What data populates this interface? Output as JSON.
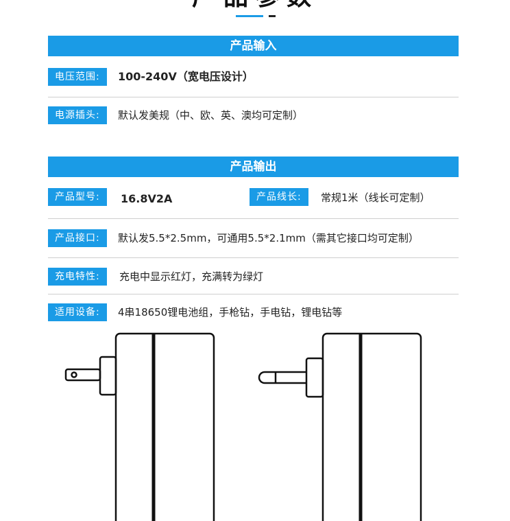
{
  "header": {
    "title": "产品参数"
  },
  "input_section": {
    "title": "产品输入",
    "voltage_label": "电压范围:",
    "voltage_value": "100-240V（宽电压设计）",
    "plug_label": "电源插头:",
    "plug_value": "默认发美规（中、欧、英、澳均可定制）"
  },
  "output_section": {
    "title": "产品输出",
    "model_label": "产品型号:",
    "model_value": "16.8V2A",
    "cable_label": "产品线长:",
    "cable_value": "常规1米（线长可定制）",
    "port_label": "产品接口:",
    "port_value": "默认发5.5*2.5mm，可通用5.5*2.1mm（需其它接口均可定制）",
    "charge_label": "充电特性:",
    "charge_value": "充电中显示红灯，充满转为绿灯",
    "device_label": "适用设备:",
    "device_value": "4串18650锂电池组，手枪钻，手电钻，锂电钻等"
  },
  "colors": {
    "accent": "#1a9be6",
    "divider": "#cfcfcf",
    "outline": "#111111"
  },
  "drawings": [
    "flat-pin-plug-adapter-drawing",
    "round-pin-plug-adapter-drawing"
  ]
}
